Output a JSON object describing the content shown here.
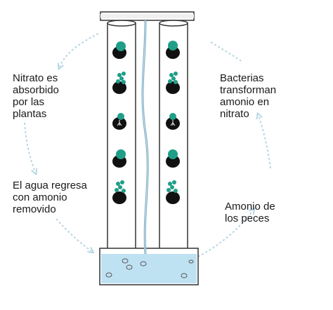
{
  "labels": {
    "top_left": "Nitrato es\nabsorbido\npor las\nplantas",
    "top_right": "Bacterias\ntransforman\namonio en\nnitrato",
    "bottom_left": "El agua regresa\ncon amonio\nremovido",
    "bottom_right": "Amonio de\nlos peces"
  },
  "colors": {
    "cycle_arrow": "#b9d6e4",
    "outline": "#333333",
    "plant_green": "#1f9e88",
    "pocket_black": "#111111",
    "water": "#bfe2f2"
  },
  "icons": [
    "plant-icon",
    "fish-icon",
    "cycle-arrow-icon",
    "tube-icon"
  ]
}
